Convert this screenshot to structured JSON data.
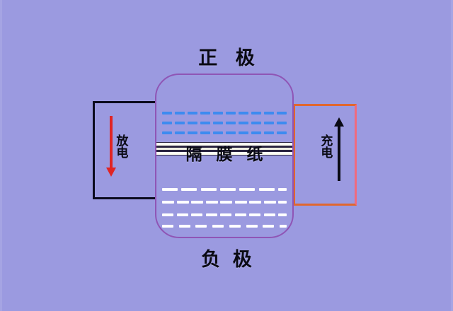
{
  "diagram": {
    "title_positive": "正 极",
    "title_negative": "负 极",
    "separator_label": "隔 膜 纸",
    "background_color": "#9b9ae0",
    "battery": {
      "border_color": "#8f55b5",
      "fill_color": "#9b9ae0",
      "positive_ion_rows": 3,
      "positive_ion_dashes_per_row": 10,
      "positive_ion_color": "#3d8bf0",
      "negative_ion_rows": 4,
      "negative_ion_dashes_per_row": 10,
      "negative_ion_color": "#ffffff",
      "separator_lines": 3,
      "separator_line_color": "#fdfdf2"
    },
    "discharge": {
      "label": "放电",
      "frame_color": "#0b0b1e",
      "arrow_color": "#e02424",
      "arrow_direction": "down"
    },
    "charge": {
      "label": "充电",
      "frame_color": "#e0672e",
      "arrow_color": "#0a0a14",
      "arrow_direction": "up"
    }
  }
}
